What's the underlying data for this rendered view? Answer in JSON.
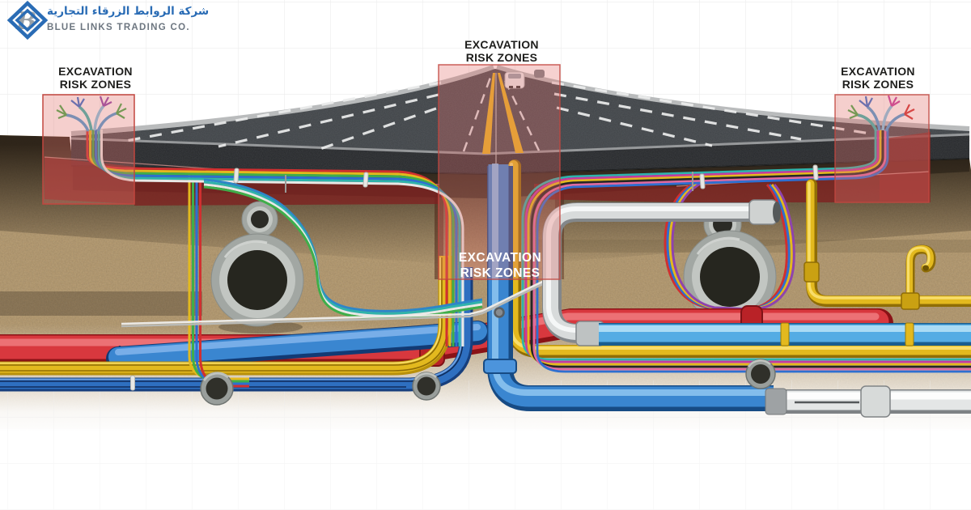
{
  "brand": {
    "icon": "diamond-links-logo-icon",
    "name_ar": "شركة الروابط الزرقاء التجارية",
    "name_en": "BLUE LINKS TRADING CO.",
    "accent_color": "#2a6cb5",
    "secondary_color": "#6d7680",
    "monogram": "B",
    "monogram_color": "#99a0a6"
  },
  "risk_zones": [
    {
      "position": "left-verge",
      "line1": "EXCAVATION",
      "line2": "RISK ZONES"
    },
    {
      "position": "road-center",
      "line1": "EXCAVATION",
      "line2": "RISK ZONES"
    },
    {
      "position": "underground-center",
      "line1": "EXCAVATION",
      "line2": "RISK ZONES"
    },
    {
      "position": "right-verge",
      "line1": "EXCAVATION",
      "line2": "RISK ZONES"
    }
  ],
  "palette": {
    "background": "#ffffff",
    "grid_line": "#ececec",
    "zone_fill": "#e2716c",
    "zone_border": "#c2463f",
    "zone_solid": "#8c2724",
    "road_asphalt": "#3f4347",
    "road_side": "#26282b",
    "marking_yellow": "#e7b421",
    "marking_white": "#eceded",
    "soil": "#b2966a",
    "soil_dark": "#362e24",
    "concrete": "#c2c6c2",
    "pipe_red": "#d8383e",
    "pipe_blue": "#3a86d0",
    "pipe_light_blue": "#54ace4",
    "pipe_yellow": "#e3b91e",
    "pipe_white": "#d8dbdb",
    "pipe_steel": "#e4e6e6",
    "cable_teal": "#2fb3ab",
    "cable_magenta": "#c43ba0",
    "cable_green": "#3fae4a",
    "cable_purple": "#8e44ad",
    "label_text": "#1e1e1c",
    "label_text_light": "#ffffff"
  }
}
